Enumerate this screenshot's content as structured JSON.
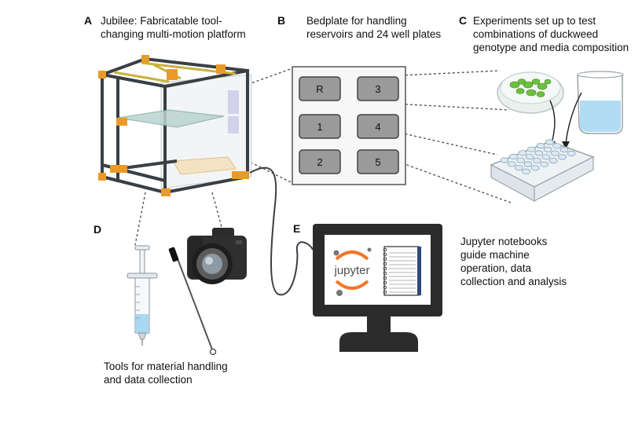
{
  "panels": {
    "a": {
      "letter": "A",
      "caption_line1": "Jubilee: Fabricatable tool-",
      "caption_line2": "changing multi-motion platform"
    },
    "b": {
      "letter": "B",
      "caption_line1": "Bedplate for handling",
      "caption_line2": "reservoirs and 24 well plates"
    },
    "c": {
      "letter": "C",
      "caption_line1": "Experiments set up to test",
      "caption_line2": "combinations of duckweed",
      "caption_line3": "genotype and media composition"
    },
    "d": {
      "letter": "D",
      "caption_line1": "Tools for material handling",
      "caption_line2": "and data collection"
    },
    "e": {
      "letter": "E",
      "caption_line1": "Jupyter notebooks",
      "caption_line2": "guide machine",
      "caption_line3": "operation, data",
      "caption_line4": "collection and analysis"
    }
  },
  "bedplate_slots": [
    "R",
    "3",
    "1",
    "4",
    "2",
    "5"
  ],
  "screen_logo_text": "jupyter",
  "colors": {
    "frame": "#3a3f44",
    "rail_yellow": "#c9b23a",
    "orange": "#e89a2a",
    "slot_fill": "#9a9a9a",
    "duckweed": "#6fbf3f",
    "water": "#a9d8f2",
    "jupyter_orange": "#f37726",
    "monitor": "#2b2b2b"
  },
  "icons": [
    "jubilee-machine",
    "bedplate",
    "petri-dish",
    "beaker",
    "well-plate",
    "syringe",
    "probe-tool",
    "camera",
    "computer-monitor",
    "notebook"
  ]
}
